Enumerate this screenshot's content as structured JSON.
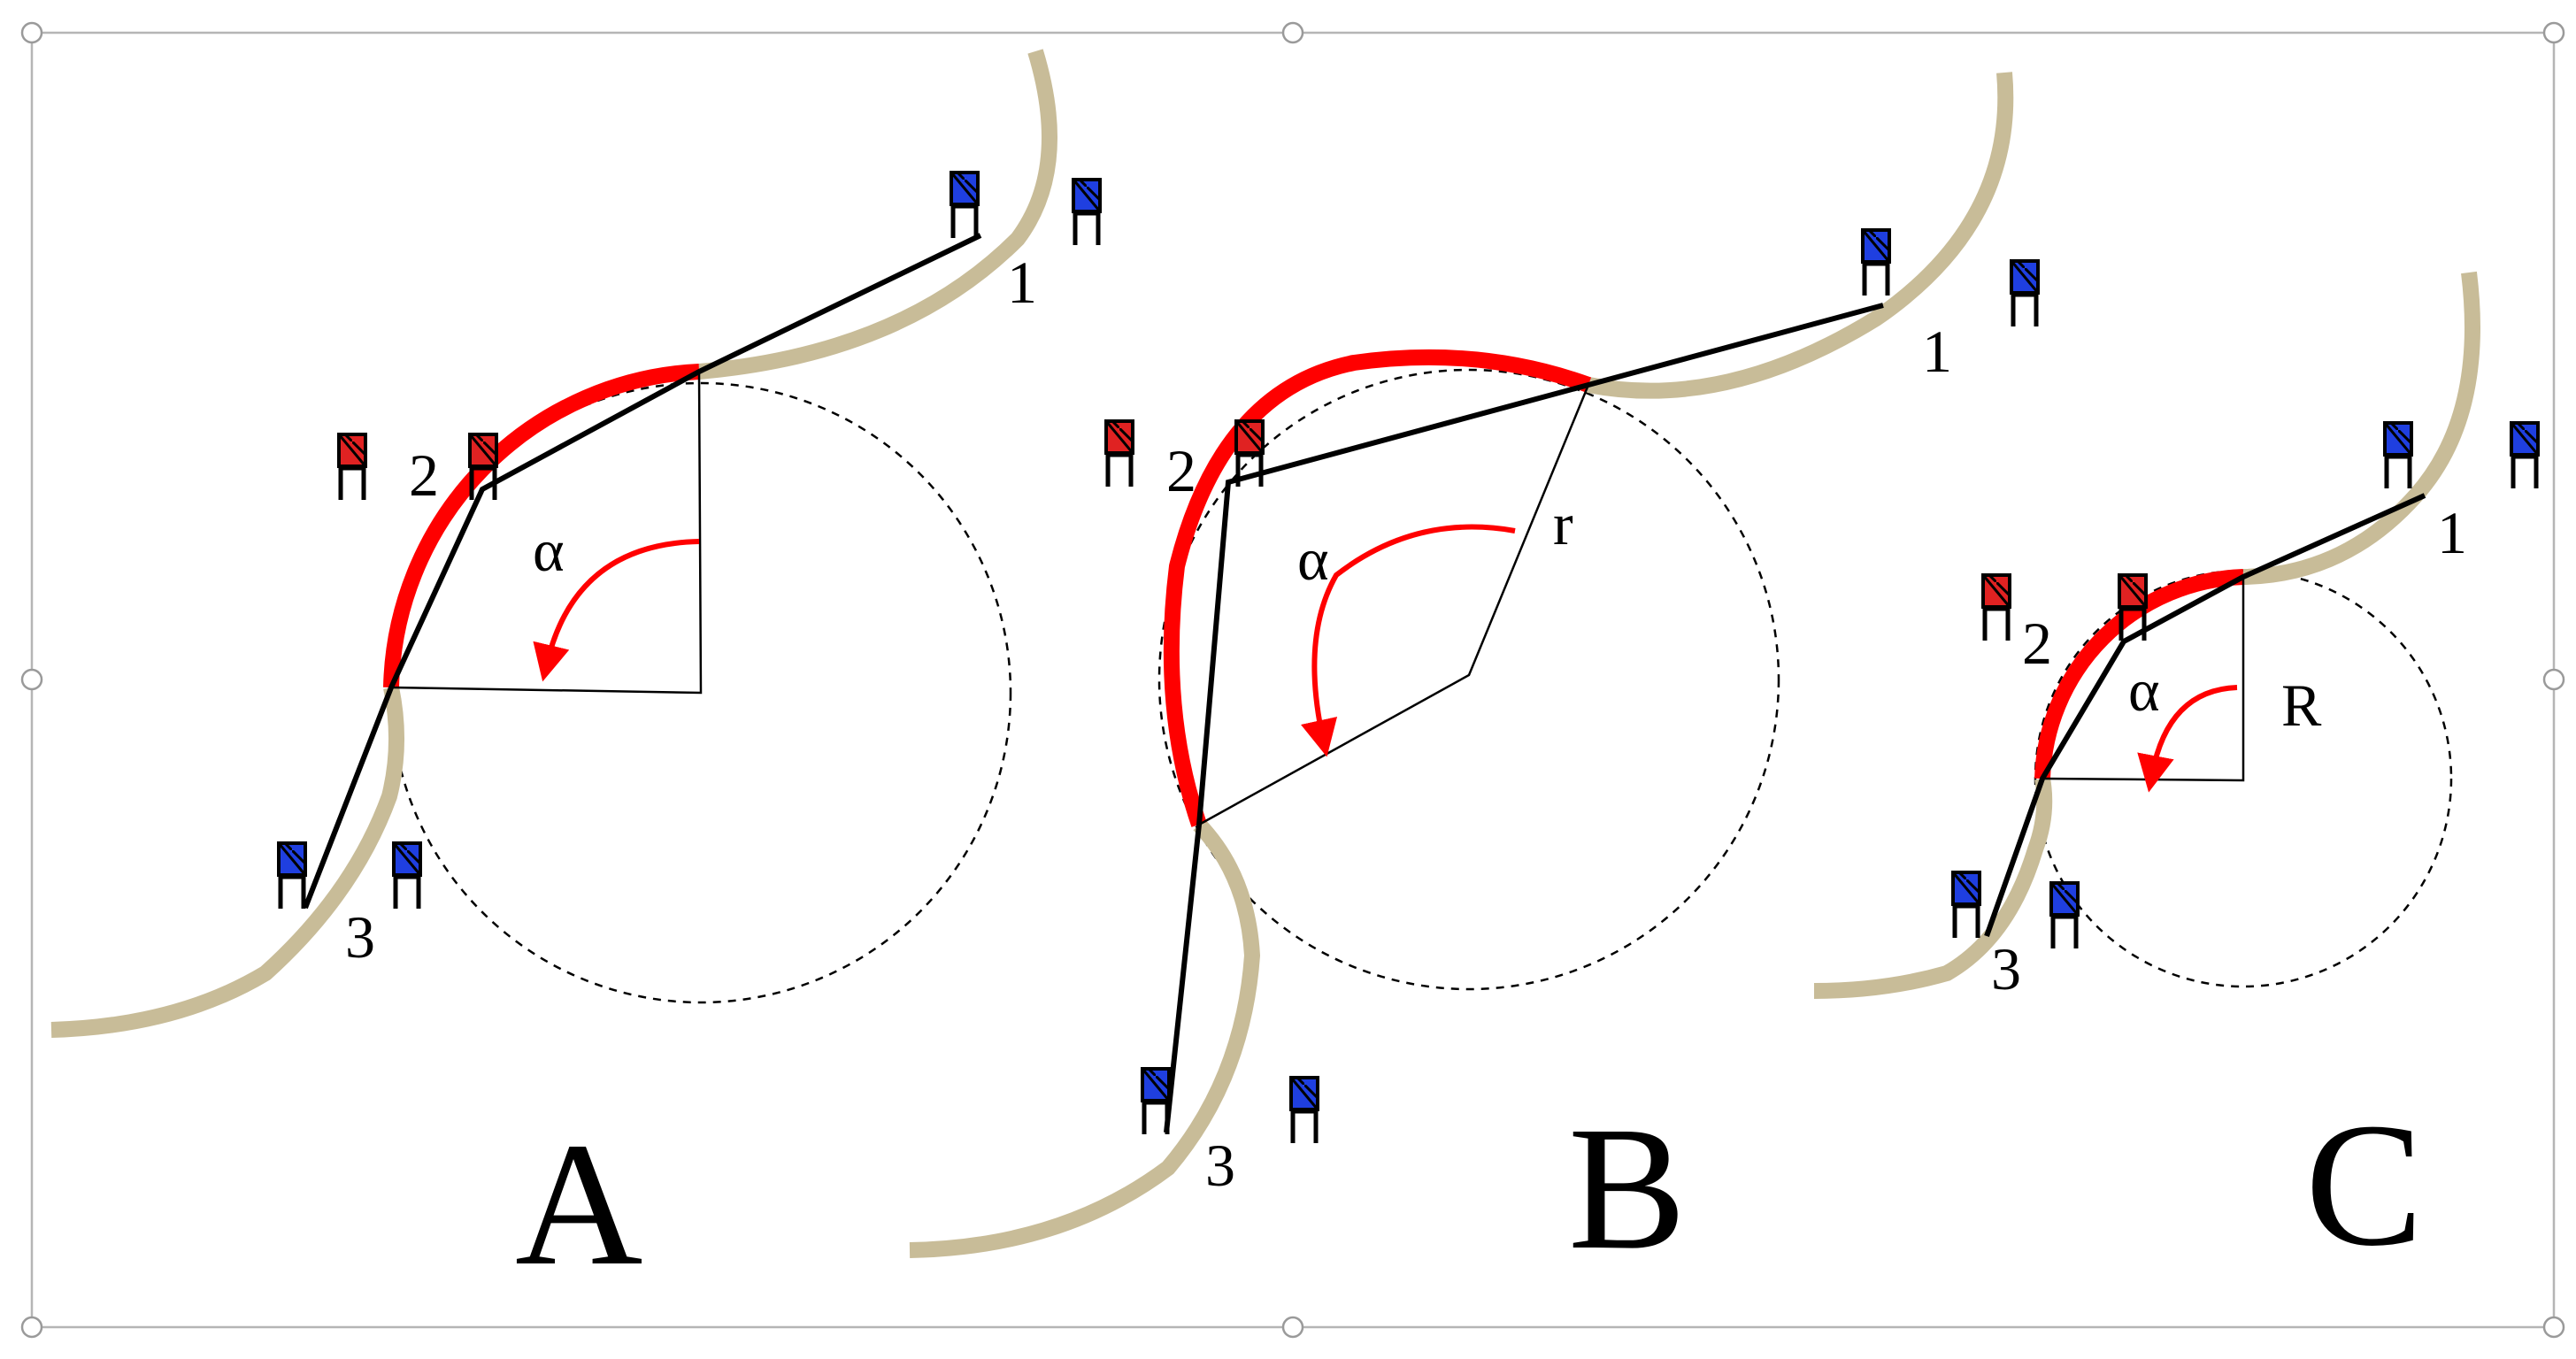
{
  "colors": {
    "track": "#c8bc98",
    "curve": "#ff0000",
    "signal_red": "#e02222",
    "signal_blue": "#1f3fe0",
    "ink": "#000000"
  },
  "selection": {
    "handles": true
  },
  "panels": [
    {
      "id": "A",
      "letter": "A",
      "signal_labels": [
        "1",
        "2",
        "3"
      ],
      "angle_symbol": "α",
      "radius_label": ""
    },
    {
      "id": "B",
      "letter": "B",
      "signal_labels": [
        "1",
        "2",
        "3"
      ],
      "angle_symbol": "α",
      "radius_label": "r"
    },
    {
      "id": "C",
      "letter": "C",
      "signal_labels": [
        "1",
        "2",
        "3"
      ],
      "angle_symbol": "α",
      "radius_label": "R"
    }
  ]
}
